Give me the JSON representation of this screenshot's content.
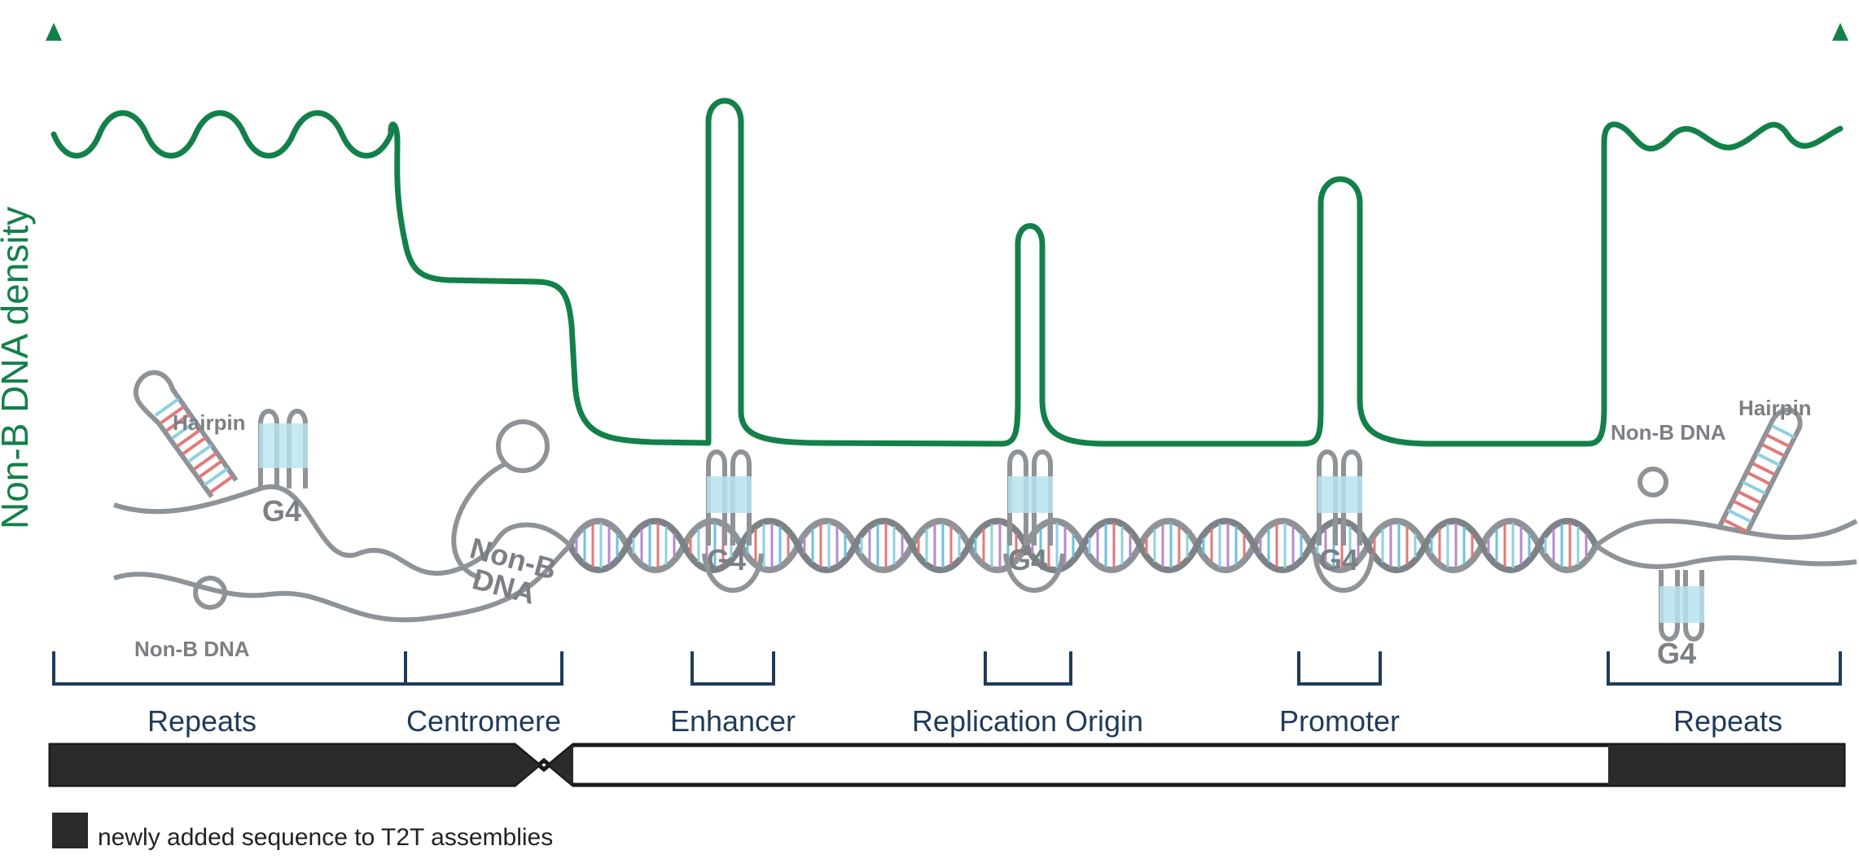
{
  "y_axis_label": "Non-B DNA density",
  "colors": {
    "density": "#13804a",
    "bracket": "#1f3b5a",
    "strand": "#8e9398",
    "dark_fill": "#2b2b2b",
    "g4_fill": "#b9e3ee"
  },
  "structure_labels": {
    "hairpin_left": "Hairpin",
    "g4_left": "G4",
    "nonb_left_bottom": "Non-B DNA",
    "nonb_center": "Non-B",
    "nonb_center_2": "DNA",
    "g4_enhancer": "G4",
    "g4_origin": "G4",
    "g4_promoter": "G4",
    "nonb_right": "Non-B DNA",
    "hairpin_right": "Hairpin",
    "g4_right": "G4"
  },
  "regions": [
    {
      "label": "Repeats"
    },
    {
      "label": "Centromere"
    },
    {
      "label": "Enhancer"
    },
    {
      "label": "Replication Origin"
    },
    {
      "label": "Promoter"
    },
    {
      "label": "Repeats"
    }
  ],
  "legend": {
    "text": "newly added sequence to T2T assemblies"
  }
}
